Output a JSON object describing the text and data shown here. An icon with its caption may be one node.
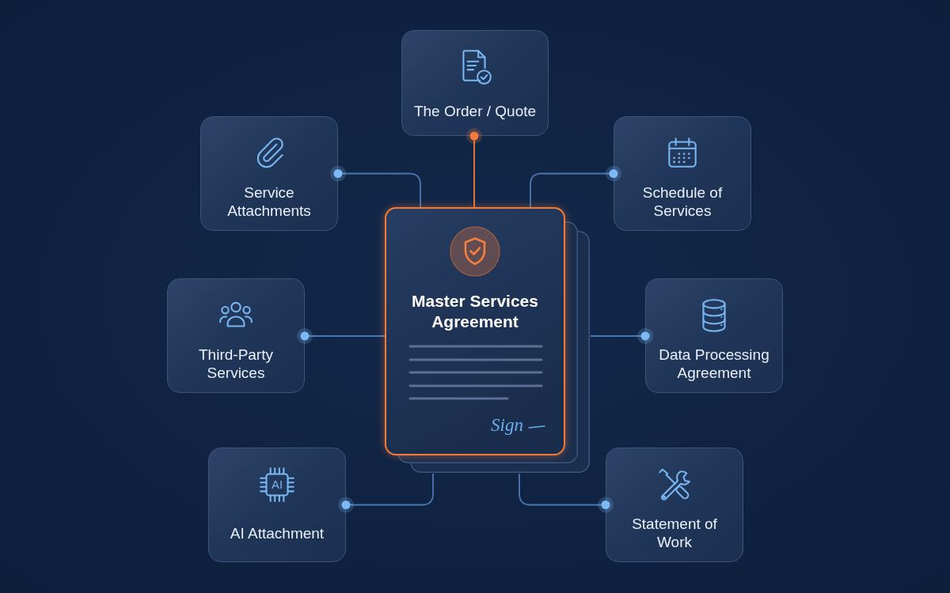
{
  "diagram": {
    "nodes": [
      {
        "text": [
          "The Order / Quote"
        ]
      },
      {
        "text": [
          "Service Attachments"
        ]
      },
      {
        "text": [
          "Schedule of Services"
        ]
      },
      {
        "text": [
          "Master Services Agreement",
          "Sign"
        ]
      },
      {
        "text": [
          "Third-Party Services"
        ]
      },
      {
        "text": [
          "Data Processing Agreement"
        ]
      },
      {
        "text": [
          "AI",
          "AI Attachment"
        ]
      },
      {
        "text": [
          "Statement of Work"
        ]
      }
    ],
    "edges": [
      {
        "from": 3,
        "to": 0,
        "arrow": "other",
        "color": "#f27a3a"
      },
      {
        "from": 3,
        "to": 1,
        "arrow": "other"
      },
      {
        "from": 3,
        "to": 2,
        "arrow": "other"
      },
      {
        "from": 3,
        "to": 4,
        "arrow": "other"
      },
      {
        "from": 3,
        "to": 5,
        "arrow": "other"
      },
      {
        "from": 3,
        "to": 6,
        "arrow": "other"
      },
      {
        "from": 3,
        "to": 7,
        "arrow": "other"
      }
    ]
  }
}
